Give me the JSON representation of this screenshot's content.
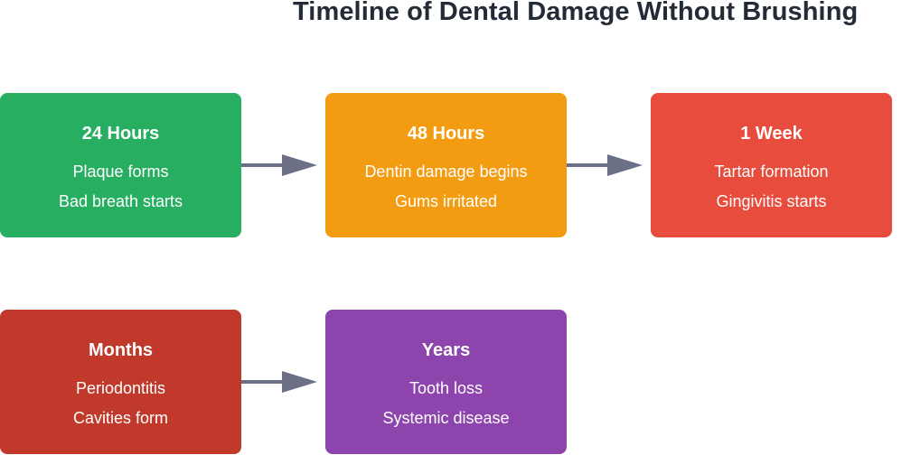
{
  "title": "Timeline of Dental Damage Without Brushing",
  "stages": [
    {
      "heading": "24 Hours",
      "lines": [
        "Plaque forms",
        "Bad breath starts"
      ],
      "color": "#27ae60"
    },
    {
      "heading": "48 Hours",
      "lines": [
        "Dentin damage begins",
        "Gums irritated"
      ],
      "color": "#f39c12"
    },
    {
      "heading": "1 Week",
      "lines": [
        "Tartar formation",
        "Gingivitis starts"
      ],
      "color": "#e74c3c"
    },
    {
      "heading": "Months",
      "lines": [
        "Periodontitis",
        "Cavities form"
      ],
      "color": "#c0392b"
    },
    {
      "heading": "Years",
      "lines": [
        "Tooth loss",
        "Systemic disease"
      ],
      "color": "#8e44ad"
    }
  ],
  "arrow_color": "#6c7086"
}
